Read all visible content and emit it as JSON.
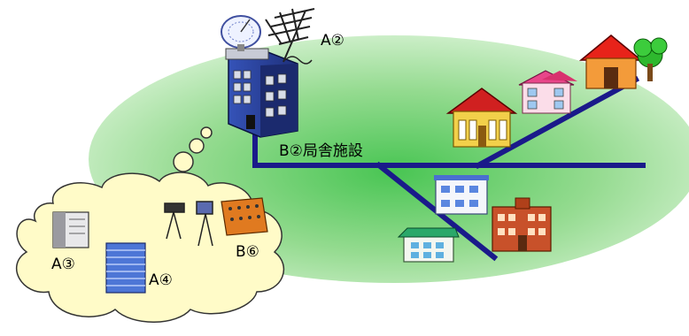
{
  "labels": {
    "antenna": "A②",
    "building_line": "B②局舎施設",
    "equipment_rack": "A③",
    "server_stack": "A④",
    "mixing_console": "B⑥"
  },
  "colors": {
    "ground_green": "#8fd98a",
    "cloud_fill": "#fffbc8",
    "cable_blue": "#1a1a8a",
    "station_blue": "#2b47a8",
    "server_blue": "#4d76d6"
  },
  "icons": {
    "station": "broadcast-station-icon",
    "antenna": "yagi-antenna-icon",
    "dish": "satellite-dish-icon",
    "houses": "house-icon",
    "apartments": "apartment-icon",
    "rack": "equipment-rack-icon",
    "server": "server-icon",
    "camera": "camera-icon",
    "console": "mixing-console-icon"
  }
}
